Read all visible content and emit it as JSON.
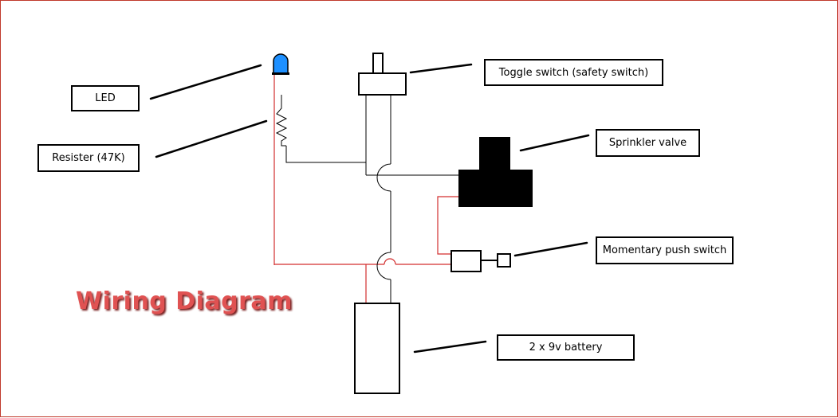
{
  "title": "Wiring Diagram",
  "labels": {
    "led": "LED",
    "resister": "Resister (47K)",
    "toggle": "Toggle switch (safety switch)",
    "sprinkler": "Sprinkler valve",
    "push": "Momentary push switch",
    "battery": "2 x 9v battery"
  },
  "colors": {
    "wire_positive": "#d32f2f",
    "wire_negative": "#000000",
    "led_lens": "#1e90ff",
    "title": "#e05252",
    "border": "#c0392b"
  }
}
